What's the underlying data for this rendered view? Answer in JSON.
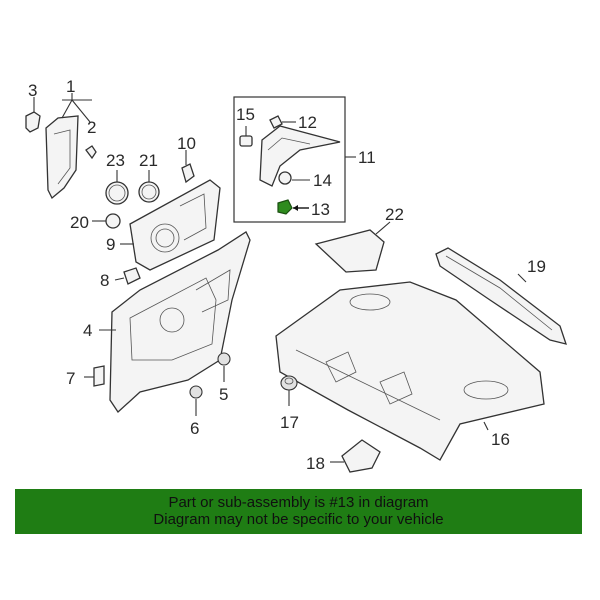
{
  "callouts": {
    "c1": "1",
    "c2": "2",
    "c3": "3",
    "c4": "4",
    "c5": "5",
    "c6": "6",
    "c7": "7",
    "c8": "8",
    "c9": "9",
    "c10": "10",
    "c11": "11",
    "c12": "12",
    "c13": "13",
    "c14": "14",
    "c15": "15",
    "c16": "16",
    "c17": "17",
    "c18": "18",
    "c19": "19",
    "c20": "20",
    "c21": "21",
    "c22": "22",
    "c23": "23"
  },
  "highlight": {
    "part": "13",
    "color": "#2e8b1e"
  },
  "banner": {
    "line1": "Part or sub-assembly is #13 in diagram",
    "line2": "Diagram may not be specific to your vehicle",
    "background": "#1f7d14"
  }
}
